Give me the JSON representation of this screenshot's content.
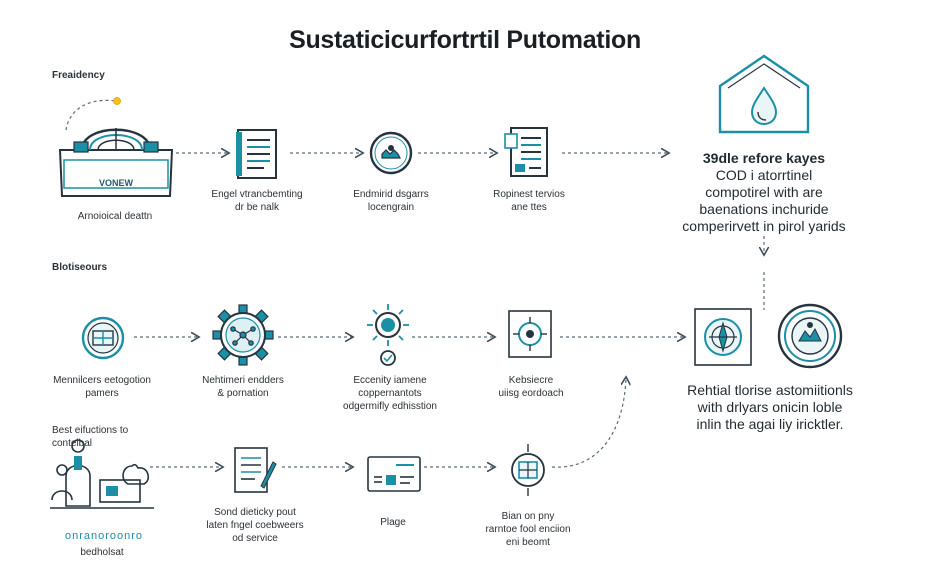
{
  "title": "Sustaticicurfortrtil Putomation",
  "colors": {
    "accent": "#1b8fa6",
    "dark": "#26343f",
    "dash": "#5a6b76"
  },
  "sections": {
    "top": "Freaidency",
    "middle": "Blotiseours",
    "bottom_lines": [
      "Best eifuctions to",
      "conteibal"
    ]
  },
  "row1": {
    "device_screen": "VONEW",
    "device_caption": "Arnoioical deattn",
    "doc_caption": [
      "Engel vtrancbemting",
      "dr be nalk"
    ],
    "gear_caption": [
      "Endmirid dsgarrs",
      "locengrain"
    ],
    "report_caption": [
      "Ropinest tervios",
      "ane ttes"
    ],
    "summary": {
      "heading": "39dle refore kayes",
      "lines": [
        "COD i atorrtinel",
        "compotirel with are",
        "baenations inchuride",
        "comperirvett in pirol yarids"
      ]
    }
  },
  "row2": {
    "globe_caption": [
      "Mennilcers eetogotion",
      "pamers"
    ],
    "network_caption": [
      "Nehtimeri endders",
      "& pornation"
    ],
    "sun_caption": [
      "Eccenity iamene",
      "coppernantots",
      "odgermifly edhisstion"
    ],
    "scan_caption": [
      "Kebsiecre",
      "uiisg eordoach"
    ],
    "summary": {
      "lines": [
        "Rehtial tlorise astomiitionls",
        "with drlyars onicin loble",
        "inlin the agai liy iricktler."
      ]
    }
  },
  "row3": {
    "people_caption": "bedholsat",
    "people_symbols": "onranoroonro",
    "note_caption": [
      "Sond dieticky pout",
      "laten fngel coebweers",
      "od service"
    ],
    "card_caption": "Plage",
    "cube_caption": [
      "Bian on pny",
      "rarntoe fool enciion",
      "eni beomt"
    ]
  }
}
